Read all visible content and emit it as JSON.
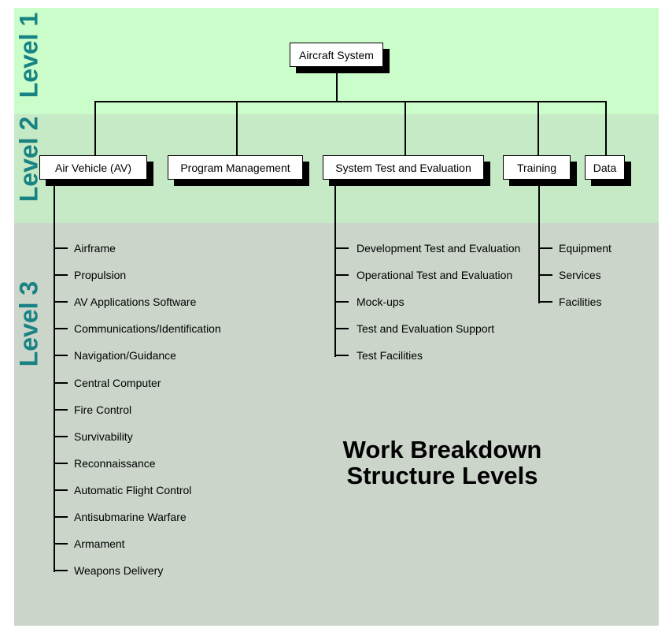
{
  "diagram": {
    "title_line1": "Work Breakdown",
    "title_line2": "Structure Levels",
    "bands": [
      {
        "label": "Level 1"
      },
      {
        "label": "Level 2"
      },
      {
        "label": "Level 3"
      }
    ],
    "root": {
      "label": "Aircraft System"
    },
    "level2": [
      {
        "label": "Air Vehicle (AV)"
      },
      {
        "label": "Program Management"
      },
      {
        "label": "System Test and Evaluation"
      },
      {
        "label": "Training"
      },
      {
        "label": "Data"
      }
    ],
    "level3_columns": [
      {
        "parent": "Air Vehicle (AV)",
        "items": [
          "Airframe",
          "Propulsion",
          "AV Applications Software",
          "Communications/Identification",
          "Navigation/Guidance",
          "Central Computer",
          "Fire Control",
          "Survivability",
          "Reconnaissance",
          "Automatic Flight Control",
          "Antisubmarine Warfare",
          "Armament",
          "Weapons Delivery"
        ]
      },
      {
        "parent": "System Test and Evaluation",
        "items": [
          "Development Test and Evaluation",
          "Operational Test and Evaluation",
          "Mock-ups",
          "Test and Evaluation Support",
          "Test Facilities"
        ]
      },
      {
        "parent": "Training",
        "items": [
          "Equipment",
          "Services",
          "Facilities"
        ]
      }
    ],
    "colors": {
      "band1": "#cafdca",
      "band2": "#c7eac6",
      "band3": "#cbd5ca",
      "level_label": "#198383",
      "line": "#000000",
      "box_bg": "#ffffff"
    }
  }
}
